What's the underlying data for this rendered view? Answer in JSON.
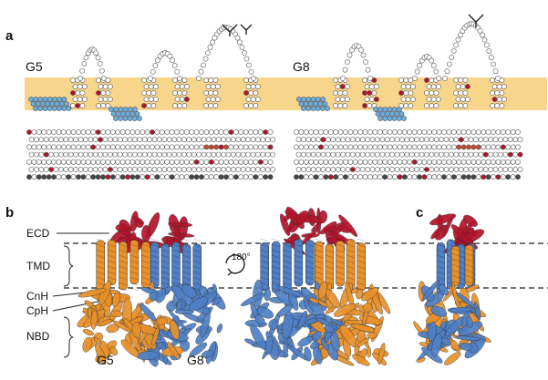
{
  "panels": {
    "a": {
      "label": "a",
      "topology_left": "G5",
      "topology_right": "G8"
    },
    "b": {
      "label": "b",
      "regions": {
        "ecd": "ECD",
        "tmd": "TMD",
        "cnh": "CnH",
        "cph": "CpH",
        "nbd": "NBD"
      },
      "rotation": "180°",
      "structure_left": "G5",
      "structure_right": "G8"
    },
    "c": {
      "label": "c"
    }
  },
  "colors": {
    "membrane": "#f7d58a",
    "g5_chain": "#e8912a",
    "g8_chain": "#4f7fc4",
    "ecd_red": "#b3132a",
    "helix_blue": "#6aaee0",
    "residue_fill": "#ffffff",
    "residue_stroke": "#555555"
  }
}
